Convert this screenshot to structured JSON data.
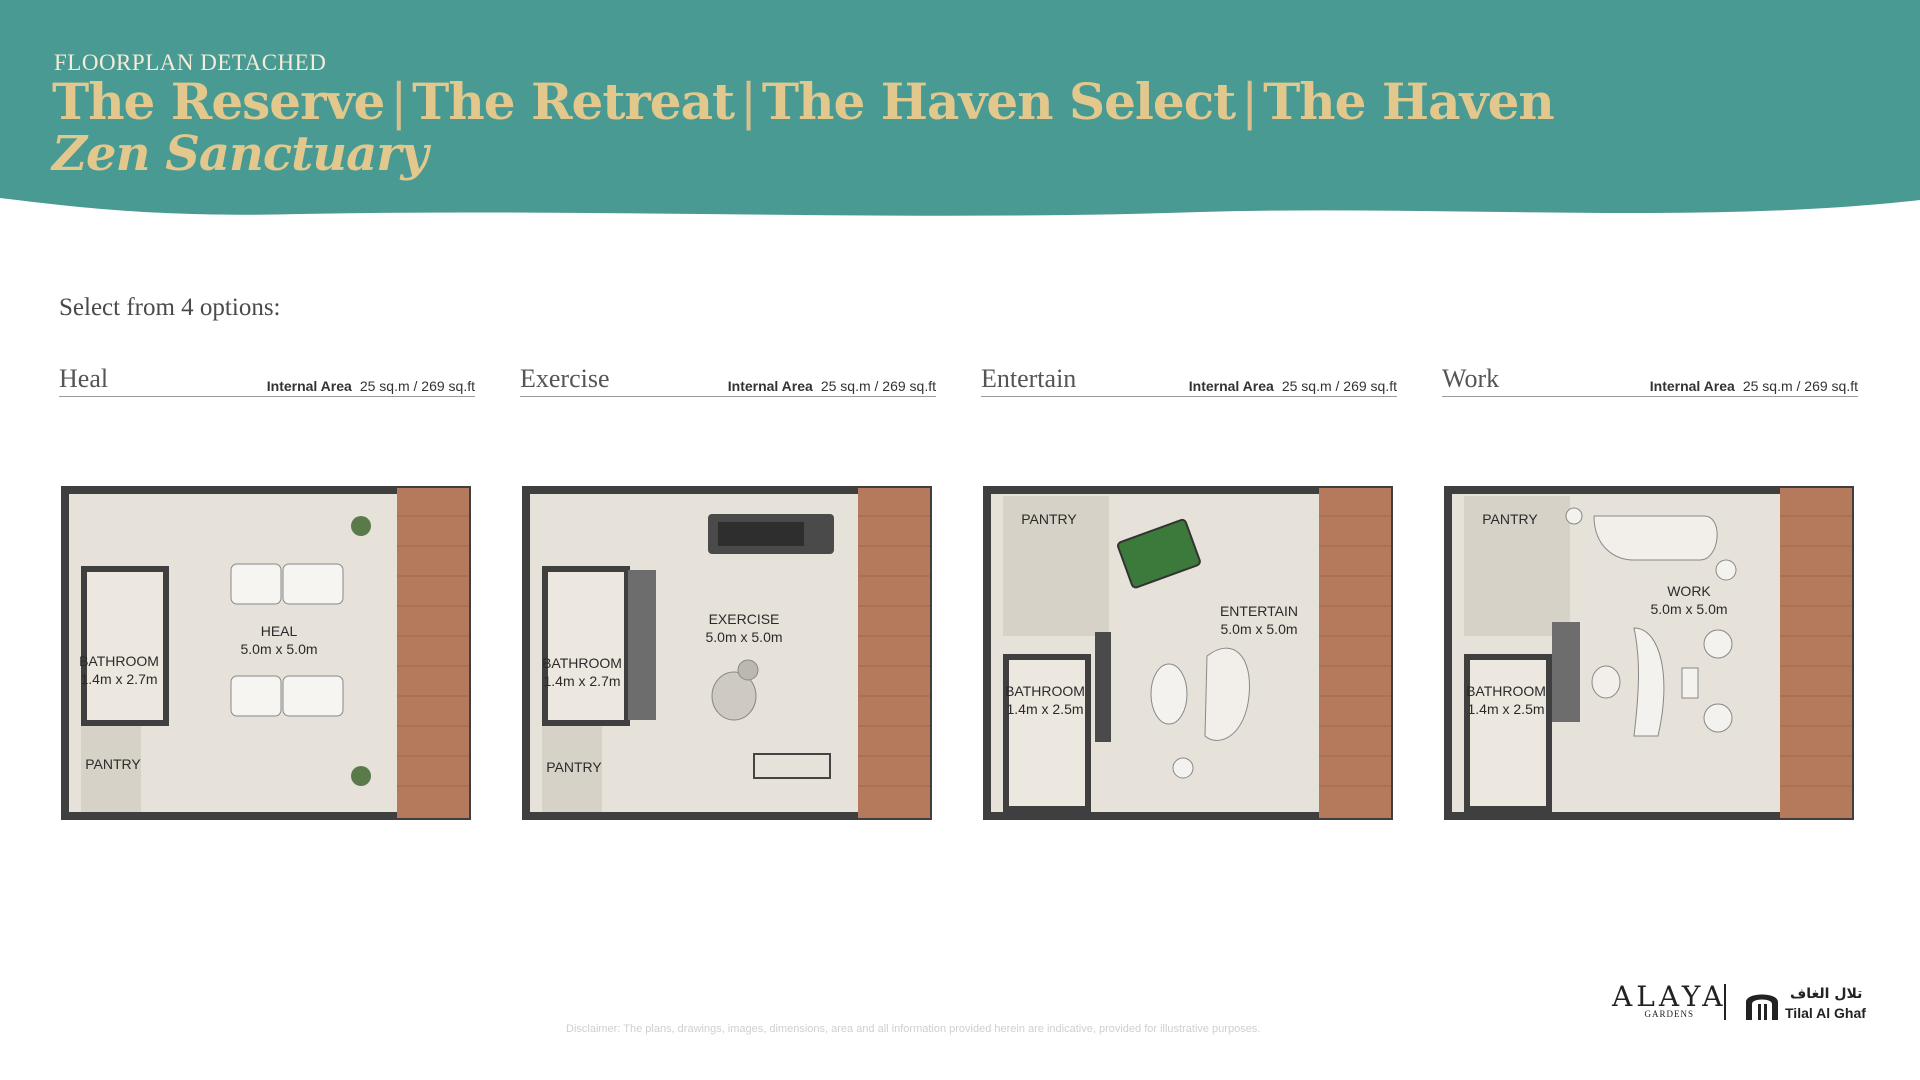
{
  "header": {
    "eyebrow": "FLOORPLAN DETACHED",
    "titles": [
      "The Reserve",
      "The Retreat",
      "The Haven Select",
      "The Haven"
    ],
    "separator": "|",
    "subtitle": "Zen Sanctuary",
    "banner_color": "#4a9a94",
    "title_color": "#e3c88d"
  },
  "intro": "Select from 4 options:",
  "options": [
    {
      "title": "Heal",
      "area_label": "Internal Area",
      "area_value": "25 sq.m / 269 sq.ft",
      "main_room": "HEAL",
      "main_dims": "5.0m x 5.0m",
      "bathroom": "BATHROOM",
      "bathroom_dims": "1.4m x 2.7m",
      "pantry": "PANTRY"
    },
    {
      "title": "Exercise",
      "area_label": "Internal Area",
      "area_value": "25 sq.m / 269 sq.ft",
      "main_room": "EXERCISE",
      "main_dims": "5.0m x 5.0m",
      "bathroom": "BATHROOM",
      "bathroom_dims": "1.4m x 2.7m",
      "pantry": "PANTRY"
    },
    {
      "title": "Entertain",
      "area_label": "Internal Area",
      "area_value": "25 sq.m / 269 sq.ft",
      "main_room": "ENTERTAIN",
      "main_dims": "5.0m x 5.0m",
      "bathroom": "BATHROOM",
      "bathroom_dims": "1.4m x 2.5m",
      "pantry": "PANTRY"
    },
    {
      "title": "Work",
      "area_label": "Internal Area",
      "area_value": "25 sq.m / 269 sq.ft",
      "main_room": "WORK",
      "main_dims": "5.0m x 5.0m",
      "bathroom": "BATHROOM",
      "bathroom_dims": "1.4m x 2.5m",
      "pantry": "PANTRY"
    }
  ],
  "disclaimer": "Disclaimer: The plans, drawings, images, dimensions, area and all information provided herein are indicative, provided for illustrative purposes.",
  "logos": {
    "alaya": "ALAYA",
    "alaya_sub": "GARDENS",
    "tilal_ar": "تلال الغاف",
    "tilal_en": "Tilal Al Ghaf"
  }
}
